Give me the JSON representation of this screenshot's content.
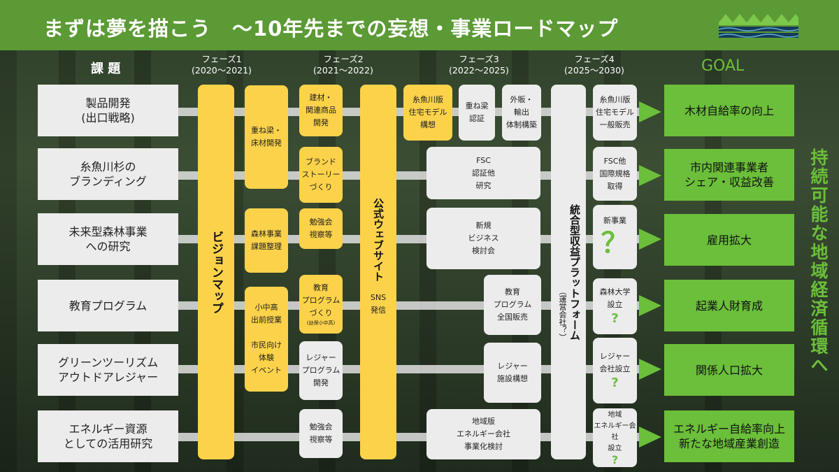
{
  "header": {
    "title": "まずは夢を描こう　～10年先までの妄想・事業ロードマップ"
  },
  "column_headers": {
    "issues": "課 題",
    "goal": "GOAL"
  },
  "phases": [
    {
      "name": "フェーズ1",
      "period": "(2020〜2021)"
    },
    {
      "name": "フェーズ2",
      "period": "(2021〜2022)"
    },
    {
      "name": "フェーズ3",
      "period": "(2022〜2025)"
    },
    {
      "name": "フェーズ4",
      "period": "(2025〜2030)"
    }
  ],
  "issues": [
    "製品開発\n(出口戦略)",
    "糸魚川杉の\nブランディング",
    "未来型森林事業\nへの研究",
    "教育プログラム",
    "グリーンツーリズム\nアウトドアレジャー",
    "エネルギー資源\nとしての活用研究"
  ],
  "goals": [
    "木材自給率の向上",
    "市内関連事業者\nシェア・収益改善",
    "雇用拡大",
    "起業人財育成",
    "関係人口拡大",
    "エネルギー自給率向上\n新たな地域産業創造"
  ],
  "vertical_pillars": {
    "vision_map": "ビジョンマップ",
    "website": "公式ウェブサイト",
    "sns": "SNS\n発信",
    "platform": "統合型収益プラットフォーム",
    "platform_sub": "（運営会社？）"
  },
  "phase1_boxes": {
    "beams": "重ね梁・\n床材開発",
    "forestry": "森林事業\n課題整理",
    "school": "小中高\n出前授業\n\n市民向け\n体験\nイベント"
  },
  "phase2_boxes": {
    "building": "建材・\n関連商品\n開発",
    "brand": "ブランド\nストーリー\nづくり",
    "study1": "勉強会\n視察等",
    "edu": "教育\nプログラム\nづくり",
    "edu_note": "(幼保小中高)",
    "leisure": "レジャー\nプログラム\n開発",
    "study2": "勉強会\n視察等"
  },
  "phase3_boxes": {
    "house_model": "糸魚川版\n住宅モデル\n構想",
    "beam_cert": "重ね梁\n認証",
    "export": "外販・\n輸出\n体制構築",
    "fsc": "FSC\n認証他\n研究",
    "new_biz": "新規\nビジネス\n検討会",
    "edu_sale": "教育\nプログラム\n全国販売",
    "leisure_plan": "レジャー\n施設構想",
    "energy": "地域版\nエネルギー会社\n事業化検討"
  },
  "phase4_boxes": {
    "house_sale": "糸魚川版\n住宅モデル\n一般販売",
    "fsc_intl": "FSC他\n国際規格\n取得",
    "new_business": "新事業",
    "forest_univ": "森林大学\n設立",
    "leisure_co": "レジャー\n会社設立",
    "energy_co": "地域\nエネルギー会社\n設立",
    "question": "?",
    "question_big": "？"
  },
  "sustain_text": "持続可能な地域経済循環へ",
  "colors": {
    "header_green": "#5b9a34",
    "goal_green": "#6bbf3a",
    "yellow": "#fbd24a",
    "grey": "#ececec"
  }
}
